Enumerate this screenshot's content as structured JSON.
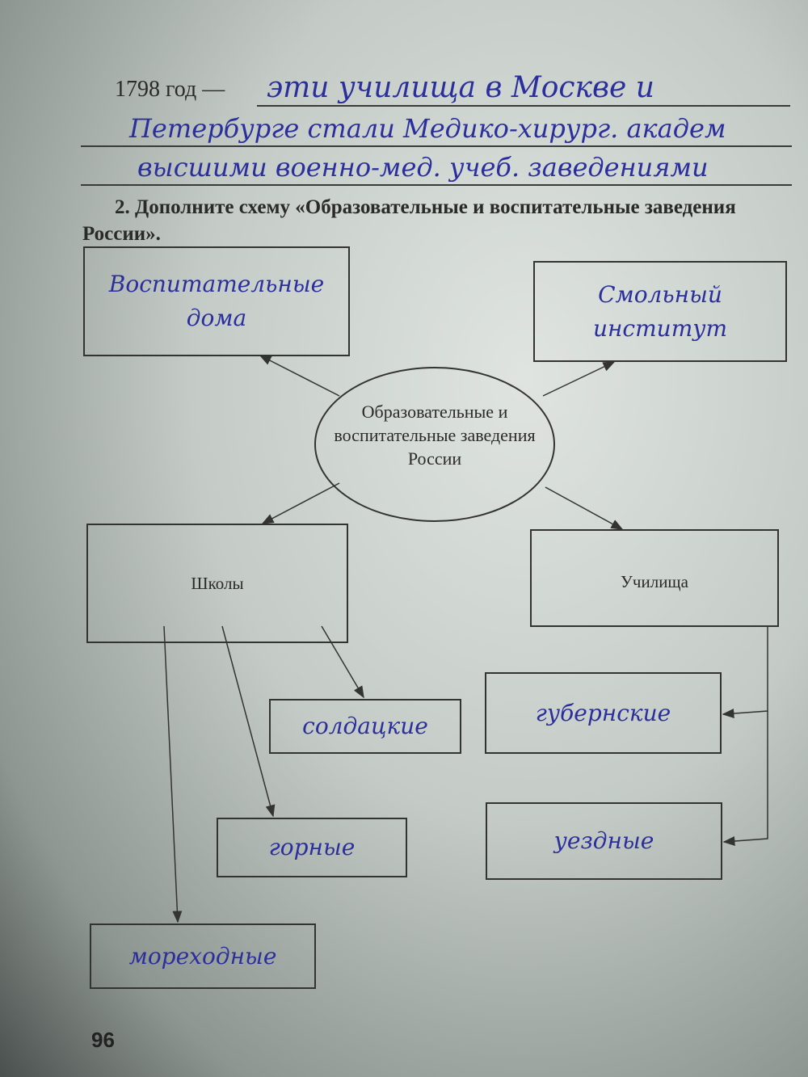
{
  "answer_block": {
    "label": "1798 год —",
    "lines": [
      "эти училища в Москве и",
      "Петербурге стали Медико-хирург. академ",
      "высшими военно-мед. учеб. заведениями"
    ]
  },
  "task": {
    "text": "2. Дополните схему «Образовательные и воспитательные заведения России»."
  },
  "diagram": {
    "center": "Образовательные и воспитательные заведения России",
    "nodes": {
      "top_left": "Воспитательные дома",
      "top_right": "Смольный институт",
      "schools": "Школы",
      "colleges": "Училища",
      "soldiers": "солдацкие",
      "provincial": "губернские",
      "mining": "горные",
      "district": "уездные",
      "navigation": "мореходные"
    }
  },
  "page_number": "96"
}
